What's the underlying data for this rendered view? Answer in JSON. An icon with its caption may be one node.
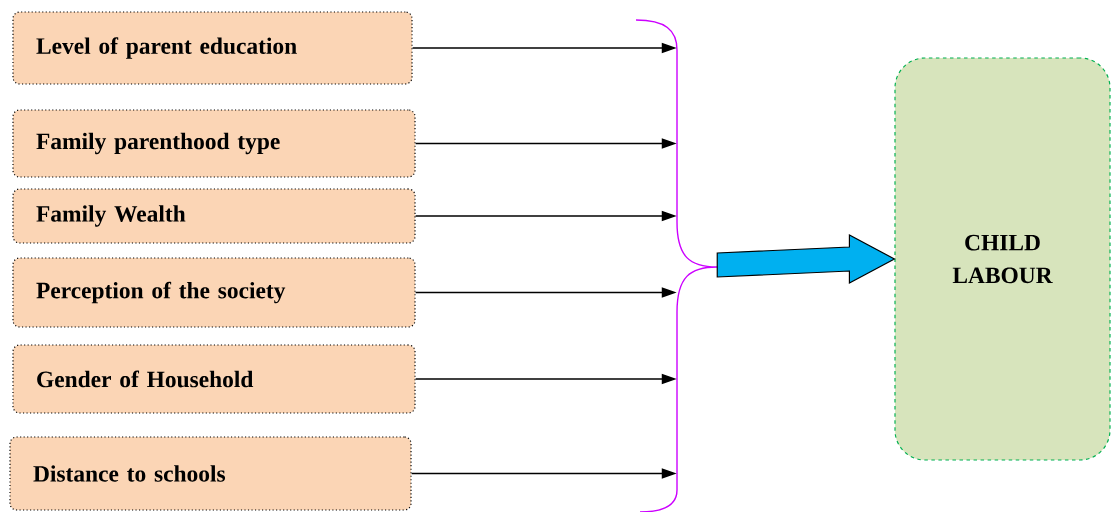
{
  "diagram": {
    "nodes": [
      {
        "text": [
          "Level of parent education"
        ]
      },
      {
        "text": [
          "Family parenthood type"
        ]
      },
      {
        "text": [
          "Family Wealth"
        ]
      },
      {
        "text": [
          "Perception of the society"
        ]
      },
      {
        "text": [
          "Gender of Household"
        ]
      },
      {
        "text": [
          "Distance to schools"
        ]
      },
      {
        "text": [],
        "shape": "brace"
      },
      {
        "text": [
          "CHILD LABOUR"
        ]
      }
    ],
    "edges": [
      {
        "from": 0,
        "to": 6,
        "arrow": "to"
      },
      {
        "from": 1,
        "to": 6,
        "arrow": "to"
      },
      {
        "from": 2,
        "to": 6,
        "arrow": "to"
      },
      {
        "from": 3,
        "to": 6,
        "arrow": "to"
      },
      {
        "from": 4,
        "to": 6,
        "arrow": "to"
      },
      {
        "from": 5,
        "to": 6,
        "arrow": "to"
      },
      {
        "from": 6,
        "to": 7,
        "arrow": "to",
        "style": "thick",
        "color": "#00b0f0"
      }
    ]
  }
}
